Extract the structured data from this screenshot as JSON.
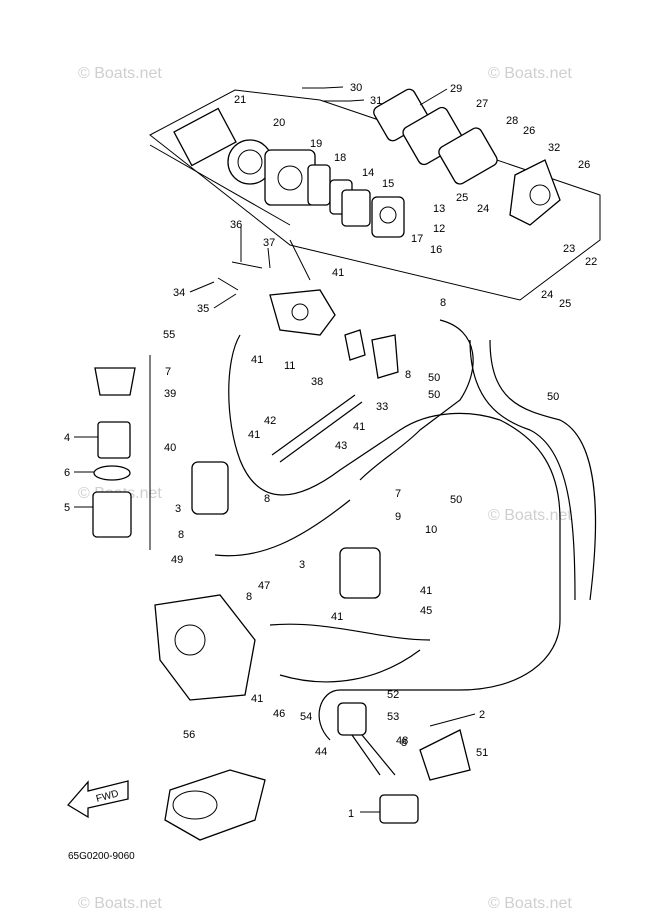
{
  "watermark": "© Boats.net",
  "diagram_code": "65G0200-9060",
  "fwd_label": "FWD",
  "callouts": [
    "1",
    "2",
    "3",
    "3",
    "4",
    "5",
    "6",
    "7",
    "7",
    "8",
    "8",
    "8",
    "8",
    "8",
    "8",
    "9",
    "10",
    "11",
    "12",
    "13",
    "14",
    "15",
    "16",
    "17",
    "18",
    "19",
    "20",
    "21",
    "22",
    "23",
    "24",
    "24",
    "25",
    "25",
    "26",
    "26",
    "27",
    "28",
    "29",
    "30",
    "31",
    "32",
    "33",
    "34",
    "35",
    "36",
    "37",
    "38",
    "39",
    "40",
    "41",
    "41",
    "41",
    "41",
    "41",
    "41",
    "41",
    "42",
    "43",
    "44",
    "45",
    "46",
    "47",
    "48",
    "49",
    "50",
    "50",
    "50",
    "50",
    "51",
    "52",
    "53",
    "54",
    "55",
    "56"
  ]
}
